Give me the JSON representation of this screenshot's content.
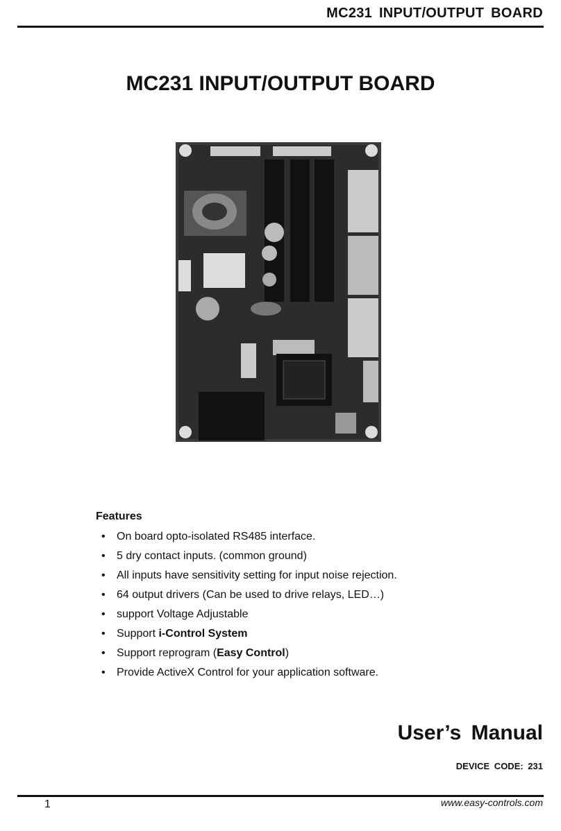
{
  "header": {
    "running_title": "MC231  INPUT/OUTPUT  BOARD"
  },
  "title": "MC231 INPUT/OUTPUT BOARD",
  "features": {
    "heading": "Features",
    "items": [
      {
        "parts": [
          {
            "t": "On board opto-isolated RS485 interface.",
            "b": false
          }
        ]
      },
      {
        "parts": [
          {
            "t": "5 dry contact inputs. (common ground)",
            "b": false
          }
        ]
      },
      {
        "parts": [
          {
            "t": "All inputs have sensitivity setting for input noise rejection.",
            "b": false
          }
        ]
      },
      {
        "parts": [
          {
            "t": "64 output drivers (Can be used to drive relays, LED…)",
            "b": false
          }
        ]
      },
      {
        "parts": [
          {
            "t": "support Voltage Adjustable",
            "b": false
          }
        ]
      },
      {
        "parts": [
          {
            "t": "Support ",
            "b": false
          },
          {
            "t": "i-Control System",
            "b": true
          }
        ]
      },
      {
        "parts": [
          {
            "t": "Support reprogram (",
            "b": false
          },
          {
            "t": "Easy Control",
            "b": true
          },
          {
            "t": ")",
            "b": false
          }
        ]
      },
      {
        "parts": [
          {
            "t": "Provide ActiveX Control for your application software.",
            "b": false
          }
        ]
      }
    ]
  },
  "manual_label": "User’s  Manual",
  "device_code": "DEVICE  CODE:  231",
  "footer": {
    "page_number": "1",
    "url": "www.easy-controls.com"
  }
}
